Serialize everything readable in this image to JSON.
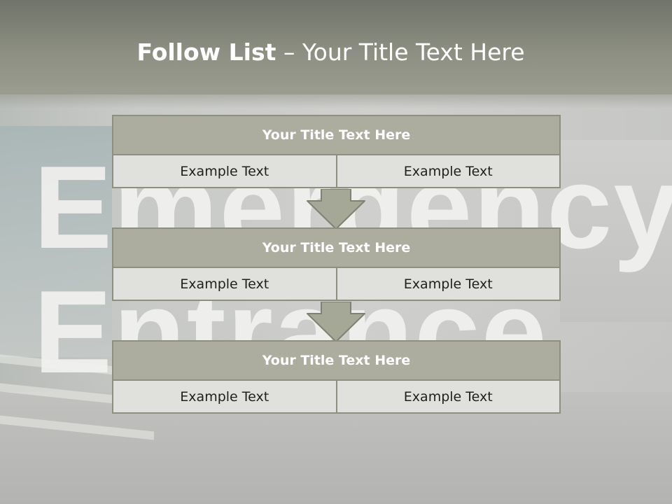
{
  "slide": {
    "title_bold": "Follow List",
    "title_rest": " – Your Title Text Here",
    "background_sign": {
      "line1": "Emergency",
      "line2": "Entrance"
    }
  },
  "blocks": [
    {
      "title": "Your Title Text Here",
      "cells": [
        "Example Text",
        "Example Text"
      ]
    },
    {
      "title": "Your Title Text Here",
      "cells": [
        "Example Text",
        "Example Text"
      ]
    },
    {
      "title": "Your Title Text Here",
      "cells": [
        "Example Text",
        "Example Text"
      ]
    }
  ],
  "colors": {
    "title_band": "#8c8f81",
    "block_title_fill": "#acad9f",
    "cell_fill": "#e0e1dc",
    "border": "#8e907f",
    "arrow_fill": "#a6a897"
  },
  "icons": {
    "connector": "down-arrow-icon"
  }
}
